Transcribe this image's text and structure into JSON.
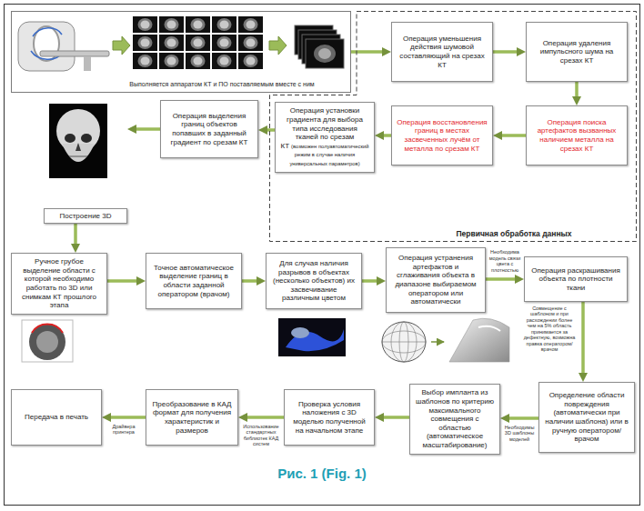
{
  "diagram": {
    "caption": "Рис. 1 (Fig. 1)",
    "nodes": [
      {
        "text": [
          "Выполняется аппаратом КТ и ПО поставляемым вместе с ним"
        ]
      },
      {
        "text": [
          "Первичная обработка данных"
        ]
      },
      {
        "text": [
          "Операция уменьшения действия шумовой составляющий на срезах КТ"
        ],
        "in": 1
      },
      {
        "text": [
          "Операция удаления импульсного шума на срезах КТ"
        ],
        "in": 1
      },
      {
        "text": [
          "Операция поиска артефактов вызванных наличием металла на срезах КТ"
        ],
        "in": 1
      },
      {
        "text": [
          "Операция восстановления границ в местах засвеченных лучём от металла по срезам КТ"
        ],
        "in": 1
      },
      {
        "text": [
          "Операция установки градиента для выбора типа исследования тканей по срезам КТ",
          "(возможен полуавтоматический режим в случае наличия универсальных параметров)"
        ],
        "in": 1
      },
      {
        "text": [
          "Операция выделения границ объектов попавших в заданный градиент по срезам КТ"
        ]
      },
      {
        "text": [
          "Построение 3D"
        ]
      },
      {
        "text": [
          "Ручное грубое выделение области с которой необходимо работать по 3D или снимкам КТ прошлого этапа"
        ]
      },
      {
        "text": [
          "Точное автоматическое выделение границ в области заданной оператором (врачом)"
        ]
      },
      {
        "text": [
          "Для случая наличия разрывов в объектах (несколько объектов) их засвечивание различным цветом"
        ]
      },
      {
        "text": [
          "Операция устранения артефактов и сглаживания объекта в диапазоне выбираемом оператором или автоматически"
        ]
      },
      {
        "text": [
          "Операция раскрашивания объекта по плотности ткани"
        ]
      },
      {
        "text": [
          "Передача в печать"
        ]
      },
      {
        "text": [
          "Преобразование в КАД формат для получения характеристик и размеров"
        ]
      },
      {
        "text": [
          "Проверка условия наложения с 3D моделью полученной на начальном этапе"
        ]
      },
      {
        "text": [
          "Выбор импланта из шаблонов по критерию максимального совмещения с областью (автоматическое масштабирование)"
        ]
      },
      {
        "text": [
          "Определение области повреждения (автоматически при наличии шаблона) или в ручную оператором/ врачом"
        ]
      }
    ],
    "edges": [
      {
        "from": 0,
        "to": 2,
        "arrow": "to"
      },
      {
        "from": 2,
        "to": 3,
        "arrow": "to"
      },
      {
        "from": 3,
        "to": 4,
        "arrow": "to"
      },
      {
        "from": 4,
        "to": 5,
        "arrow": "to"
      },
      {
        "from": 5,
        "to": 6,
        "arrow": "to"
      },
      {
        "from": 6,
        "to": 7,
        "arrow": "to"
      },
      {
        "from": 7,
        "to": 8,
        "arrow": "to"
      },
      {
        "from": 8,
        "to": 9,
        "arrow": "to"
      },
      {
        "from": 9,
        "to": 10,
        "arrow": "to"
      },
      {
        "from": 10,
        "to": 11,
        "arrow": "to"
      },
      {
        "from": 11,
        "to": 12,
        "arrow": "to"
      },
      {
        "from": 12,
        "to": 13,
        "arrow": "to",
        "label": "Необходима модель связи цвета с плотностью"
      },
      {
        "from": 13,
        "to": 18,
        "arrow": "to",
        "label": "Совмещение с шаблоном и при расхождении более чем на 5% область принимается за дефектную, возможна правка оператором/врачом"
      },
      {
        "from": 18,
        "to": 17,
        "arrow": "to",
        "label": "Необходимы 3D шаблоны моделей"
      },
      {
        "from": 17,
        "to": 16,
        "arrow": "to"
      },
      {
        "from": 16,
        "to": 15,
        "arrow": "to",
        "label": "Использование стандартных библиотек КАД систем"
      },
      {
        "from": 15,
        "to": 14,
        "arrow": "to",
        "label": "Драйвера принтера"
      }
    ]
  }
}
